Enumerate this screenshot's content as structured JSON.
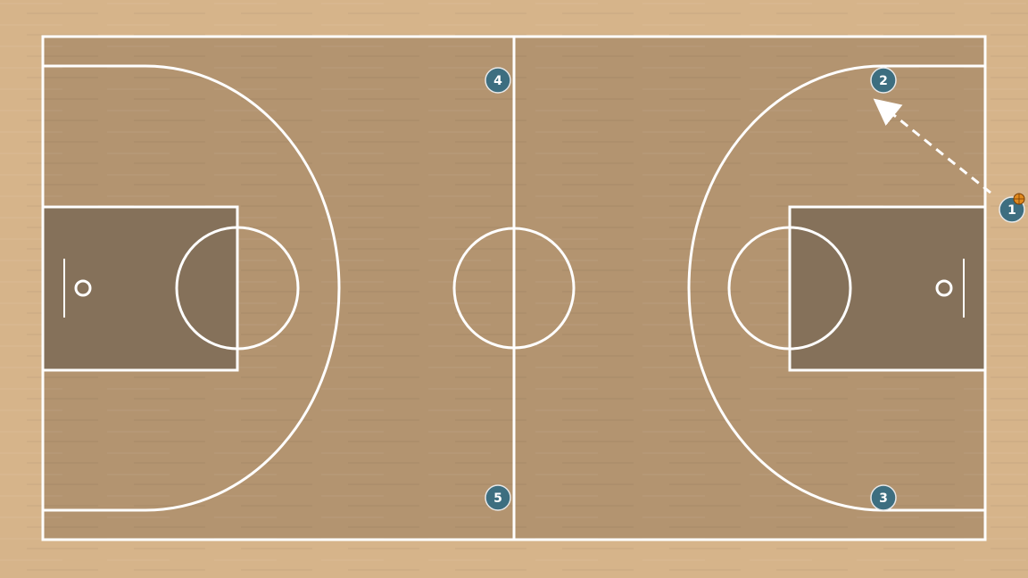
{
  "players": [
    {
      "number": "1",
      "has_ball": true
    },
    {
      "number": "2",
      "has_ball": false
    },
    {
      "number": "3",
      "has_ball": false
    },
    {
      "number": "4",
      "has_ball": false
    },
    {
      "number": "5",
      "has_ball": false
    }
  ],
  "pass": {
    "from": "1",
    "to": "2",
    "style": "dashed"
  },
  "colors": {
    "floor_outer": "#d6b48a",
    "court": "#b39470",
    "paint": "#85715a",
    "lines": "#ffffff",
    "player": "#3d6e80",
    "ball": "#e08a1e"
  }
}
